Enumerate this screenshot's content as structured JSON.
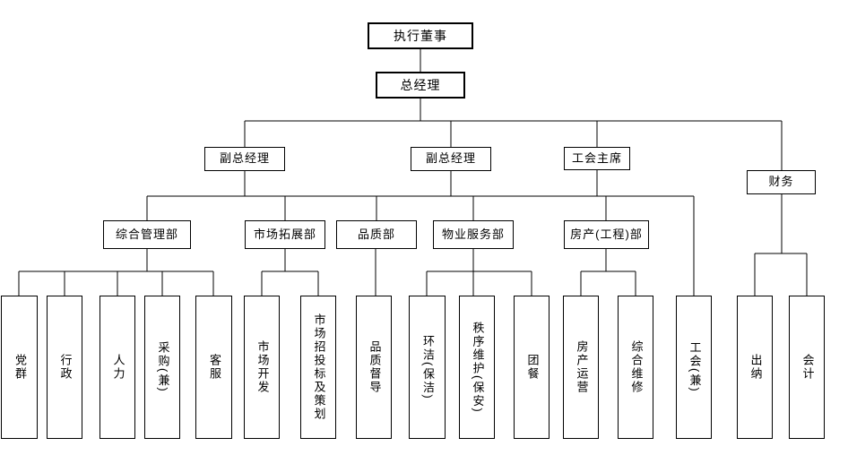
{
  "diagram": {
    "type": "org-chart",
    "background_color": "#ffffff",
    "line_color": "#000000",
    "nodes": {
      "executive_director": "执行董事",
      "general_manager": "总经理",
      "deputy_general_manager_1": "副总经理",
      "deputy_general_manager_2": "副总经理",
      "union_chairman": "工会主席",
      "finance": "财务",
      "general_management_dept": "综合管理部",
      "market_expansion_dept": "市场拓展部",
      "quality_dept": "品质部",
      "property_service_dept": "物业服务部",
      "real_estate_engineering_dept": "房产(工程)部",
      "party_masses": "党群",
      "administration": "行政",
      "human_resources": "人力",
      "procurement_concurrent": "采购(兼)",
      "customer_service": "客服",
      "market_development": "市场开发",
      "market_bidding_planning": "市场招投标及策划",
      "quality_supervision": "品质督导",
      "cleaning": "环洁(保洁)",
      "order_maintenance_security": "秩序维护(保安)",
      "group_catering": "团餐",
      "real_estate_operation": "房产运营",
      "comprehensive_maintenance": "综合维修",
      "union_concurrent": "工会(兼)",
      "cashier": "出纳",
      "accounting": "会计"
    }
  }
}
